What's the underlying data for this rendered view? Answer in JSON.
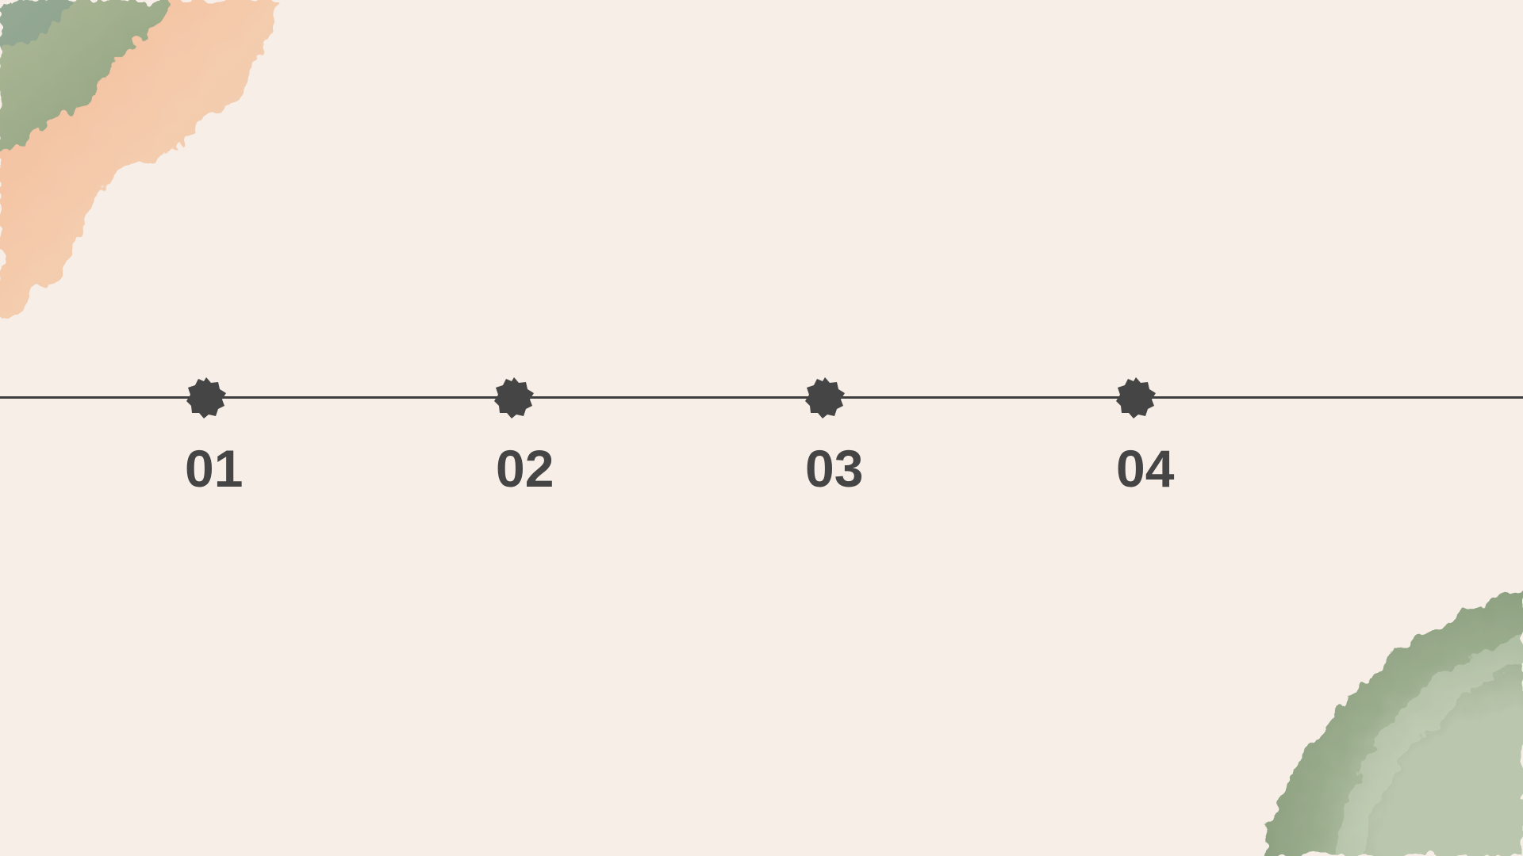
{
  "colors": {
    "background": "#f6eee7",
    "line": "#3e3e3e",
    "marker": "#454545",
    "label": "#454545",
    "watercolor_green": "#93a985",
    "watercolor_peach": "#f1bf99",
    "watercolor_green_dark": "#7d9470"
  },
  "timeline": {
    "steps": [
      {
        "label": "01",
        "icon": "octagram-marker-icon"
      },
      {
        "label": "02",
        "icon": "octagram-marker-icon"
      },
      {
        "label": "03",
        "icon": "octagram-marker-icon"
      },
      {
        "label": "04",
        "icon": "octagram-marker-icon"
      }
    ]
  }
}
